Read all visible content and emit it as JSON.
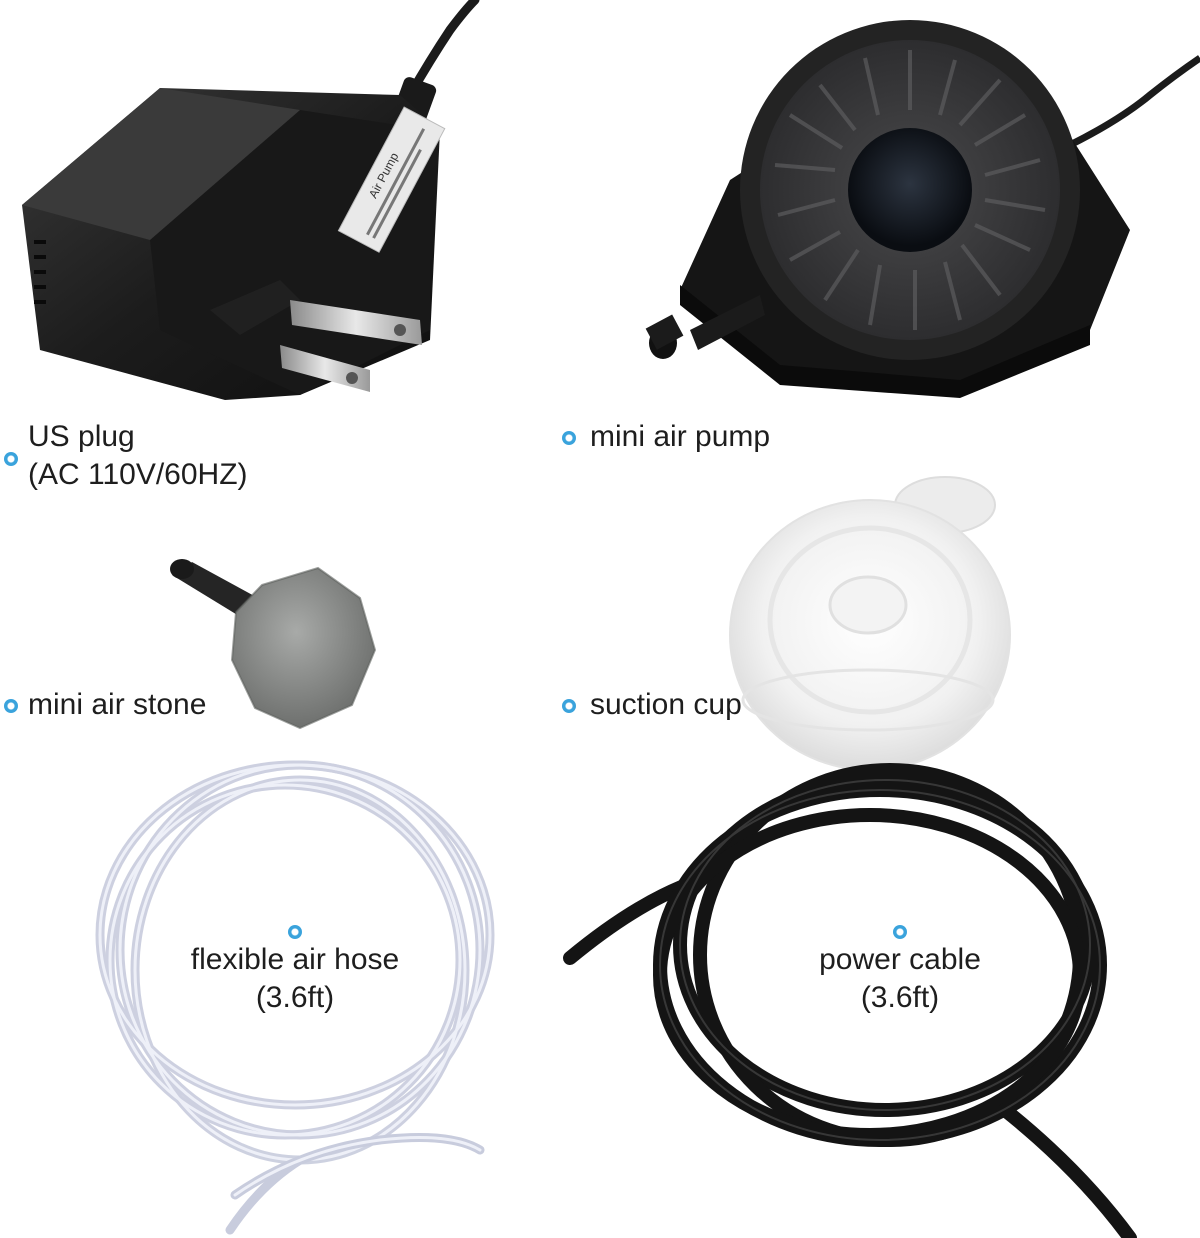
{
  "items": [
    {
      "name": "us-plug",
      "lines": [
        "US plug",
        "(AC 110V/60HZ)"
      ]
    },
    {
      "name": "mini-air-pump",
      "lines": [
        "mini air pump"
      ]
    },
    {
      "name": "mini-air-stone",
      "lines": [
        "mini air stone"
      ]
    },
    {
      "name": "suction-cup",
      "lines": [
        "suction cup"
      ]
    },
    {
      "name": "flexible-air-hose",
      "lines": [
        "flexible air hose",
        "(3.6ft)"
      ]
    },
    {
      "name": "power-cable",
      "lines": [
        "power cable",
        "(3.6ft)"
      ]
    }
  ],
  "adapter_label": {
    "lines": [
      "Air Pump"
    ]
  },
  "accent_color": "#3aa3dc"
}
